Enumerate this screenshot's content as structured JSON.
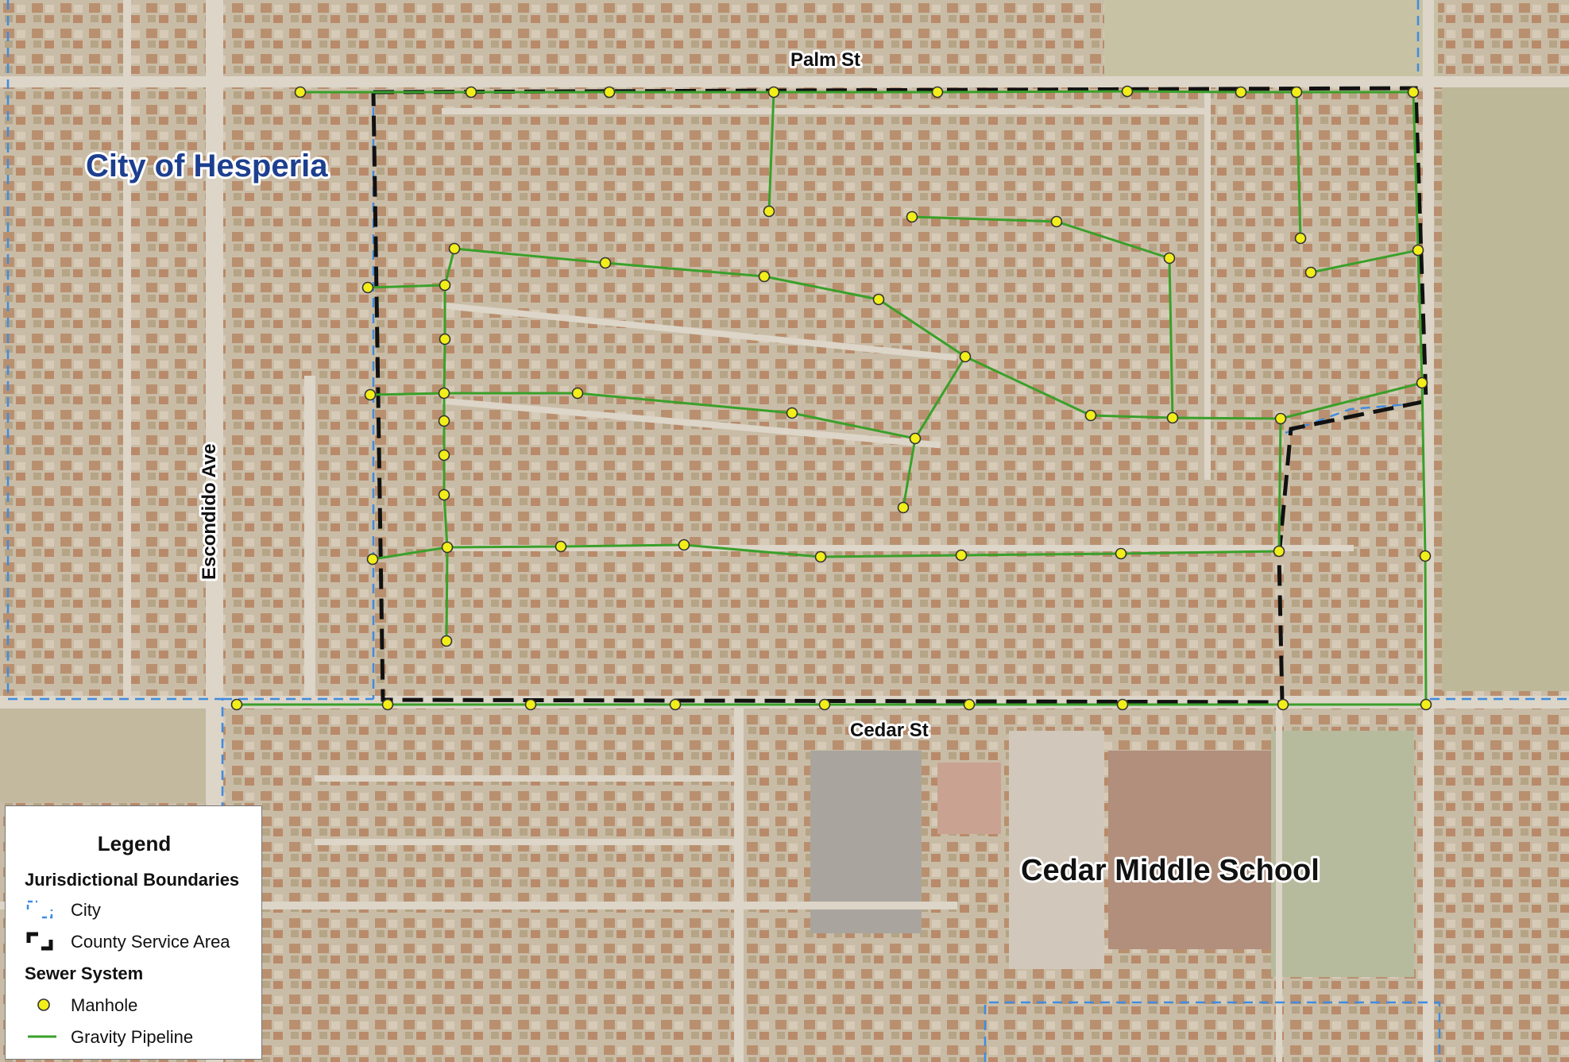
{
  "labels": {
    "city": "City of Hesperia",
    "school": "Cedar Middle School",
    "palm_st": "Palm St",
    "cedar_st": "Cedar St",
    "escondido_ave": "Escondido Ave"
  },
  "legend": {
    "title": "Legend",
    "section_boundaries": "Jurisdictional Boundaries",
    "city": "City",
    "county_service_area": "County Service Area",
    "section_sewer": "Sewer System",
    "manhole": "Manhole",
    "gravity_pipeline": "Gravity Pipeline"
  },
  "colors": {
    "pipeline": "#3aa02a",
    "manhole_fill": "#f2ee1a",
    "manhole_stroke": "#333333",
    "city_boundary": "#3f8ce0",
    "county_boundary": "#111111",
    "city_label": "#1d3f8f",
    "school_label": "#111111"
  },
  "icons": {
    "manhole": "yellow-circle-icon",
    "pipeline": "green-line-icon",
    "city_boundary": "blue-dashed-corner-icon",
    "county_boundary": "black-dashed-corner-icon"
  }
}
